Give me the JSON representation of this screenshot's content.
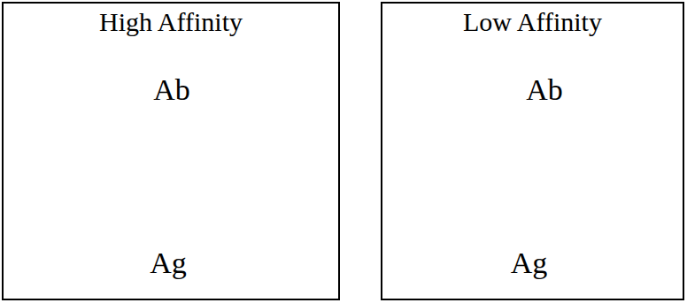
{
  "diagram": {
    "nodes": [
      {
        "text": [
          "High Affinity"
        ]
      },
      {
        "text": [
          "Ab"
        ],
        "in": 0
      },
      {
        "text": [
          "Ag"
        ],
        "in": 0
      },
      {
        "text": [
          "Low Affinity"
        ]
      },
      {
        "text": [
          "Ab"
        ],
        "in": 3
      },
      {
        "text": [
          "Ag"
        ],
        "in": 3
      }
    ]
  }
}
